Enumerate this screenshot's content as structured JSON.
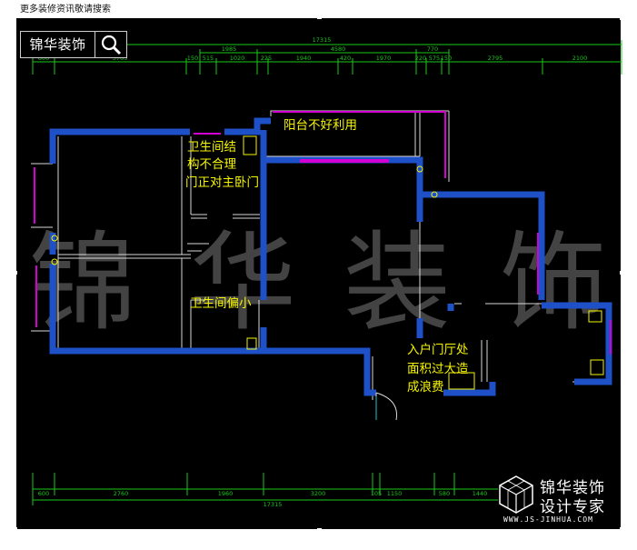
{
  "header": {
    "banner_text": "更多装修资讯敬请搜索",
    "search_brand": "锦华装饰",
    "search_icon": "magnifier-icon"
  },
  "watermark": [
    "锦",
    "华",
    "装",
    "饰"
  ],
  "dimensions": {
    "top_total": "17315",
    "top_row2": [
      "1985",
      "4580",
      "770"
    ],
    "top_row3": [
      "600",
      "3765",
      "150",
      "515",
      "1020",
      "225",
      "1940",
      "420",
      "1970",
      "220",
      "575",
      "150",
      "2795",
      "2100"
    ],
    "bottom_row1": [
      "600",
      "2760",
      "1960",
      "3200",
      "105",
      "1150",
      "580",
      "1440"
    ],
    "bottom_total": "17315"
  },
  "annotations": {
    "bathroom_top": [
      "卫生间结",
      "构不合理",
      "门正对主卧门"
    ],
    "balcony": "阳台不好利用",
    "bathroom_small": "卫生间偏小",
    "entrance": [
      "入户门厅处",
      "面积过大造",
      "成浪费"
    ]
  },
  "colors": {
    "background": "#000000",
    "wall": "#1e50c8",
    "annotation": "#f5f500",
    "dimension": "#19c819",
    "window": "#d200d2",
    "frame": "#ffffff"
  },
  "logo": {
    "name": "锦华装饰",
    "slogan": "设计专家",
    "url": "WWW.JS-JINHUA.COM",
    "icon": "cube-logo-icon"
  }
}
